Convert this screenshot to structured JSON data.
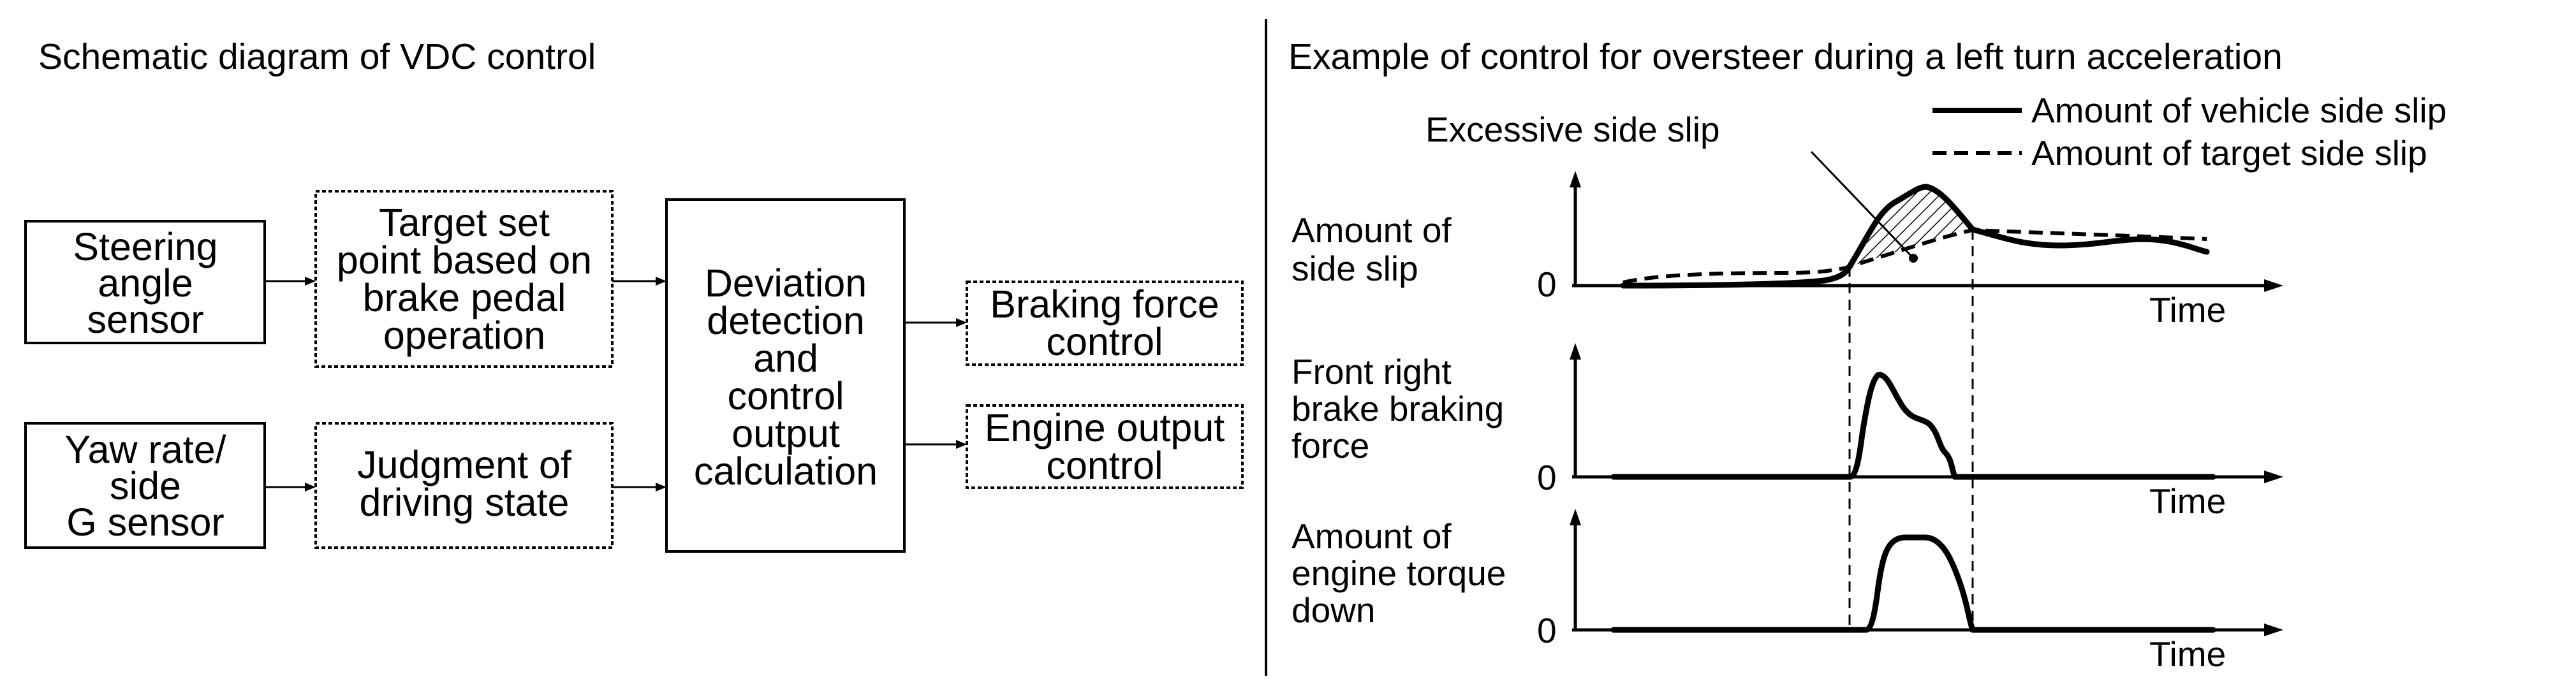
{
  "left_panel": {
    "title": "Schematic diagram of VDC control",
    "boxes": {
      "steering_sensor": [
        "Steering",
        "angle",
        "sensor"
      ],
      "yaw_sensor": [
        "Yaw rate/",
        "side",
        "G sensor"
      ],
      "target_set": [
        "Target set",
        "point based on",
        "brake pedal",
        "operation"
      ],
      "judgment": [
        "Judgment of",
        "driving state"
      ],
      "deviation": [
        "Deviation",
        "detection",
        "and",
        "control",
        "output",
        "calculation"
      ],
      "braking_control": [
        "Braking force",
        "control"
      ],
      "engine_control": [
        "Engine output",
        "control"
      ]
    }
  },
  "right_panel": {
    "title": "Example of control for oversteer during a left turn acceleration",
    "legend": {
      "vehicle_slip": "Amount of vehicle side slip",
      "target_slip": "Amount of target side slip"
    },
    "annotation": "Excessive side slip",
    "graphs": {
      "side_slip": {
        "ylabel": [
          "Amount of",
          "side slip"
        ],
        "zero": "0",
        "xlabel": "Time"
      },
      "brake_force": {
        "ylabel": [
          "Front right",
          "brake braking",
          "force"
        ],
        "zero": "0",
        "xlabel": "Time"
      },
      "engine_torque": {
        "ylabel": [
          "Amount of",
          "engine torque",
          "down"
        ],
        "zero": "0",
        "xlabel": "Time"
      }
    }
  }
}
